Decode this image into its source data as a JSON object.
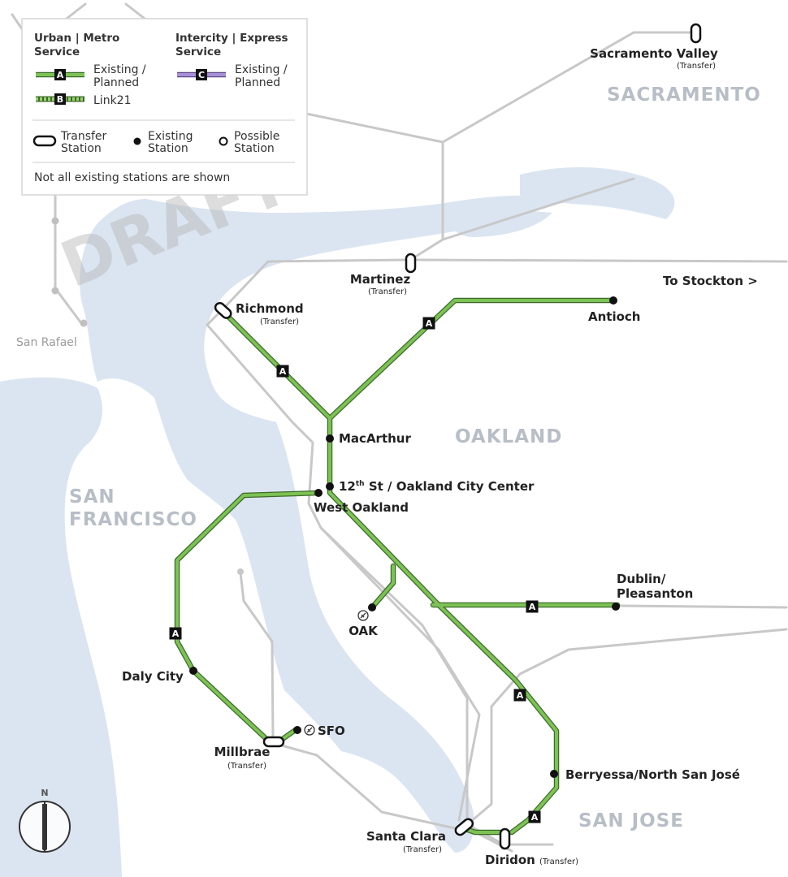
{
  "colors": {
    "water": "#dbe5f1",
    "existing_line": "#6ab04c",
    "intercity_line": "#a98fd8",
    "gray_track": "#c8c8c8",
    "region_label": "#b8bec6",
    "badge": "#111111"
  },
  "watermark": "DRAFT",
  "legend": {
    "urban_title": "Urban | Metro Service",
    "urban_title_l1": "Urban | Metro",
    "urban_title_l2": "Service",
    "intercity_title_l1": "Intercity | Express",
    "intercity_title_l2": "Service",
    "urban_badge": "A",
    "link_badge": "B",
    "intercity_badge": "C",
    "existing_l1": "Existing /",
    "existing_l2": "Planned",
    "link21": "Link21",
    "transfer_l1": "Transfer",
    "transfer_l2": "Station",
    "existing_stn_l1": "Existing",
    "existing_stn_l2": "Station",
    "possible_l1": "Possible",
    "possible_l2": "Station",
    "note": "Not all existing stations are shown"
  },
  "regions": {
    "sacramento": "SACRAMENTO",
    "oakland": "OAKLAND",
    "sf_l1": "SAN",
    "sf_l2": "FRANCISCO",
    "san_jose": "SAN JOSE"
  },
  "line_badge": "A",
  "stations": {
    "sacramento_valley": "Sacramento Valley",
    "sacramento_valley_sub": "(Transfer)",
    "martinez": "Martinez",
    "martinez_sub": "(Transfer)",
    "to_stockton": "To Stockton >",
    "richmond": "Richmond",
    "richmond_sub": "(Transfer)",
    "antioch": "Antioch",
    "san_rafael": "San Rafael",
    "macarthur": "MacArthur",
    "oakland_cc_pre": "12",
    "oakland_cc_sup": "th",
    "oakland_cc_post": " St / Oakland City Center",
    "west_oakland": "West Oakland",
    "dublin_l1": "Dublin/",
    "dublin_l2": "Pleasanton",
    "oak": "OAK",
    "daly_city": "Daly City",
    "sfo": "SFO",
    "millbrae": "Millbrae",
    "millbrae_sub": "(Transfer)",
    "berryessa": "Berryessa/North San José",
    "santa_clara": "Santa Clara",
    "santa_clara_sub": "(Transfer)",
    "diridon": "Diridon",
    "diridon_sub": "(Transfer)"
  },
  "compass": {
    "label": "N"
  }
}
